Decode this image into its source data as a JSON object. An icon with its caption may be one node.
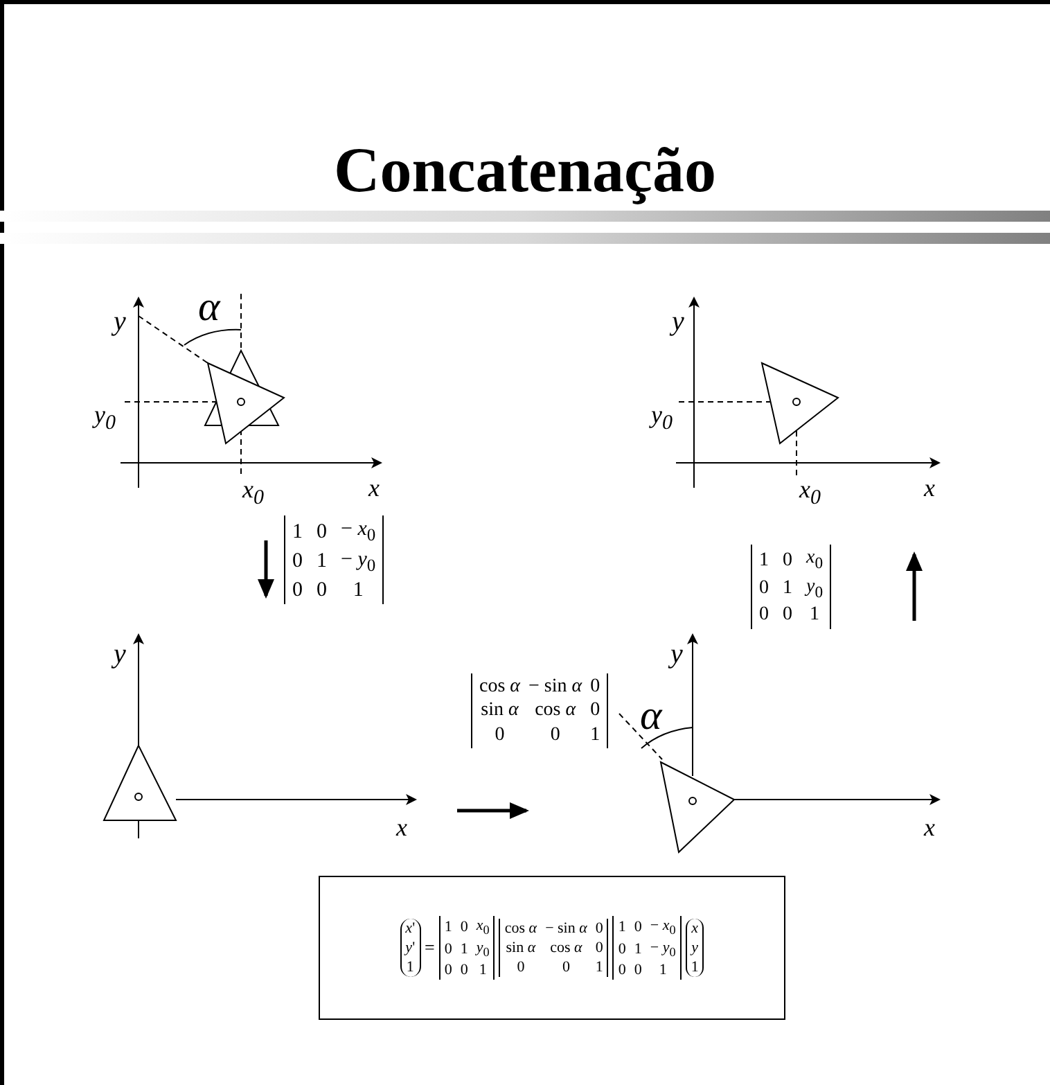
{
  "diagram": {
    "title": "Concatenação",
    "nodes": [
      {
        "text": [
          "y",
          "α",
          "y$_{0}$",
          "x$_{0}$",
          "x"
        ]
      },
      {
        "text": [
          "y",
          "y$_{0}$",
          "x$_{0}$",
          "x"
        ]
      },
      {
        "text": [
          "y",
          "x"
        ]
      },
      {
        "text": [
          "y",
          "α",
          "x"
        ]
      }
    ],
    "edges": [
      {
        "from": 0,
        "to": 2,
        "arrow": "to"
      },
      {
        "from": 2,
        "to": 3,
        "arrow": "to"
      },
      {
        "from": 3,
        "to": 1,
        "arrow": "to"
      }
    ],
    "labels": [
      "1",
      "0",
      "− *x*$_{0}$",
      "0",
      "1",
      "− *y*$_{0}$",
      "0",
      "0",
      "1",
      "1",
      "0",
      "*x*$_{0}$",
      "0",
      "1",
      "*y*$_{0}$",
      "0",
      "0",
      "1",
      "cos *α*",
      "− sin *α*",
      "0",
      "sin *α*",
      "cos *α*",
      "0",
      "0",
      "0",
      "1",
      "*x*'",
      "*y*'",
      "1",
      "=",
      "1",
      "0",
      "*x*$_{0}$",
      "0",
      "1",
      "*y*$_{0}$",
      "0",
      "0",
      "1",
      "cos *α*",
      "− sin *α*",
      "0",
      "sin *α*",
      "cos *α*",
      "0",
      "0",
      "0",
      "1",
      "1",
      "0",
      "− *x*$_{0}$",
      "0",
      "1",
      "− *y*$_{0}$",
      "0",
      "0",
      "1",
      "*x*",
      "*y*",
      "1"
    ]
  }
}
